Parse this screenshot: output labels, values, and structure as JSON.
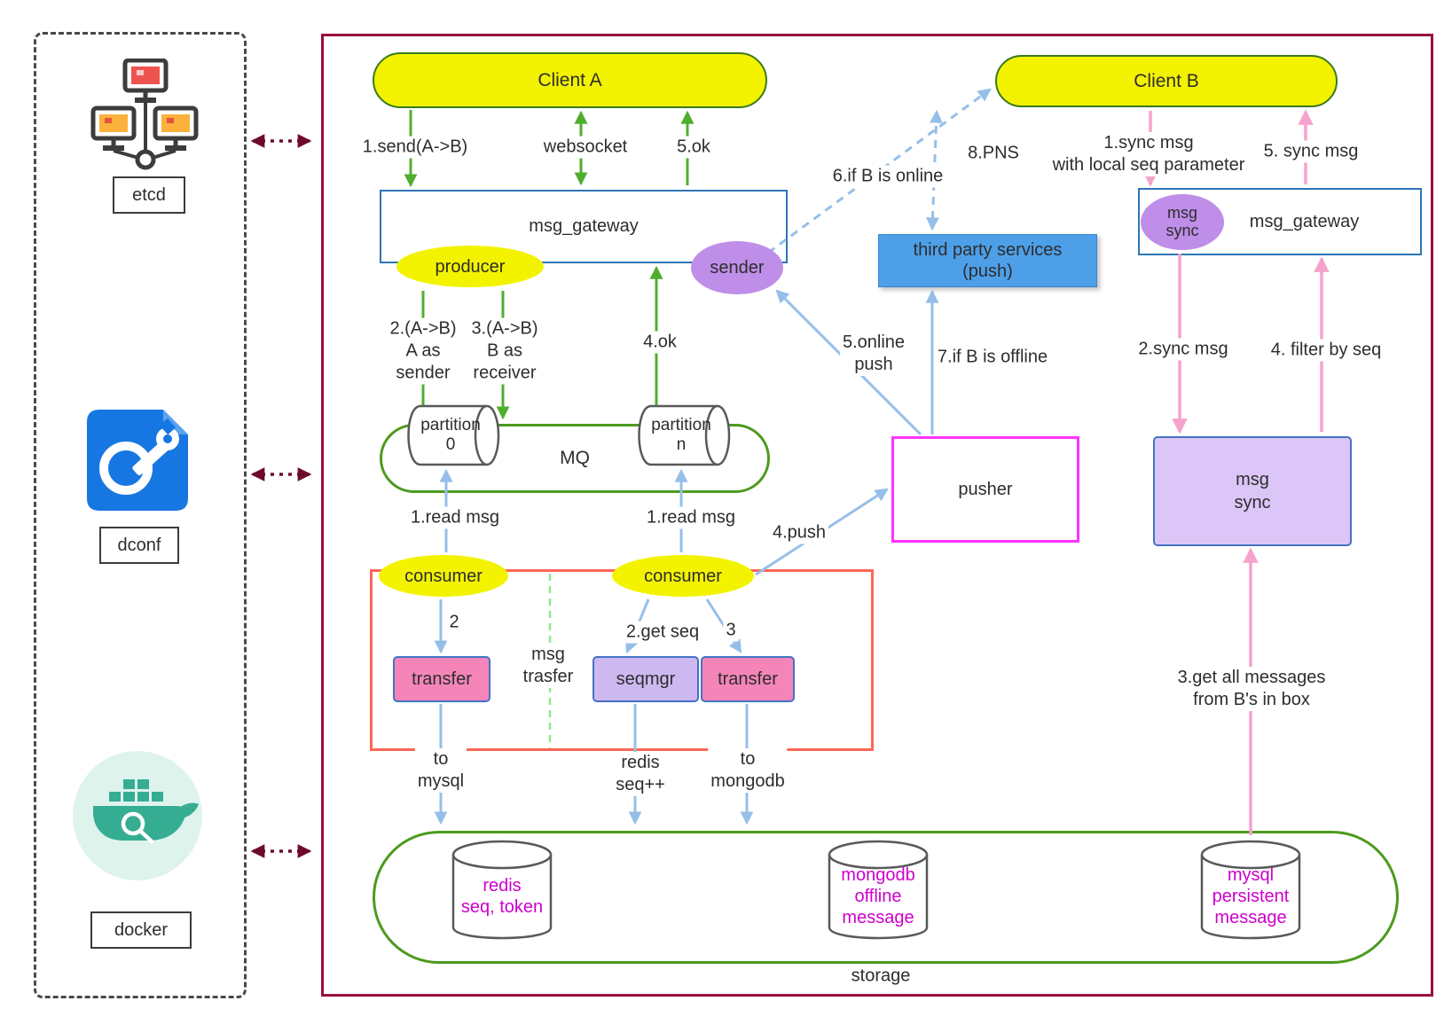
{
  "sidebar": {
    "etcd": "etcd",
    "dconf": "dconf",
    "docker": "docker"
  },
  "nodes": {
    "client_a": "Client A",
    "client_b": "Client B",
    "gateway_left": "msg_gateway",
    "gateway_right": "msg_gateway",
    "producer": "producer",
    "sender": "sender",
    "msg_sync_ellipse": "msg\nsync",
    "mq": "MQ",
    "partition_0": "partition\n0",
    "partition_n": "partition\nn",
    "consumer_left": "consumer",
    "consumer_right": "consumer",
    "msg_transfer_group": "msg\ntrasfer",
    "transfer_left": "transfer",
    "seqmgr": "seqmgr",
    "transfer_right": "transfer",
    "pusher": "pusher",
    "third_party": "third party services\n(push)",
    "msg_sync_box": "msg\nsync",
    "storage": "storage",
    "redis": "redis\nseq, token",
    "mongodb": "mongodb\noffline\nmessage",
    "mysql": "mysql\npersistent\nmessage"
  },
  "edges": {
    "send": "1.send(A->B)",
    "websocket": "websocket",
    "ok5": "5.ok",
    "a_as_sender": "2.(A->B)\nA as\nsender",
    "b_as_receiver": "3.(A->B)\nB as\nreceiver",
    "ok4": "4.ok",
    "read_msg_left": "1.read msg",
    "read_msg_right": "1.read msg",
    "step2": "2",
    "get_seq": "2.get seq",
    "step3": "3",
    "to_mysql": "to\nmysql",
    "redis_seq": "redis\nseq++",
    "to_mongodb": "to\nmongodb",
    "push": "4.push",
    "online_push": "5.online\npush",
    "if_b_online": "6.if B is online",
    "if_b_offline": "7.if B is offline",
    "pns": "8.PNS",
    "sync_msg_param": "1.sync msg\nwith local seq parameter",
    "sync_msg_5": "5. sync msg",
    "sync_msg_2": "2.sync msg",
    "filter_by_seq": "4. filter by seq",
    "get_all_messages": "3.get all messages from B's in box"
  },
  "colors": {
    "node_yellow": "#F3F300",
    "node_purple": "#BE8EE8",
    "node_pink": "#F585B8",
    "node_lavender": "#CDB9F0",
    "third_party_blue": "#4D9FE8",
    "arrow_green": "#4FAE2D",
    "arrow_blue": "#96BFE8",
    "arrow_pink": "#F5A3CD",
    "main_border": "#98103E",
    "connector_maroon": "#6E0B2A",
    "red_group_border": "#FF6655",
    "pusher_border": "#FF33FF",
    "db_text": "#CC00CC",
    "green_border": "#4C9A1E",
    "blue_border": "#2E75B6"
  }
}
